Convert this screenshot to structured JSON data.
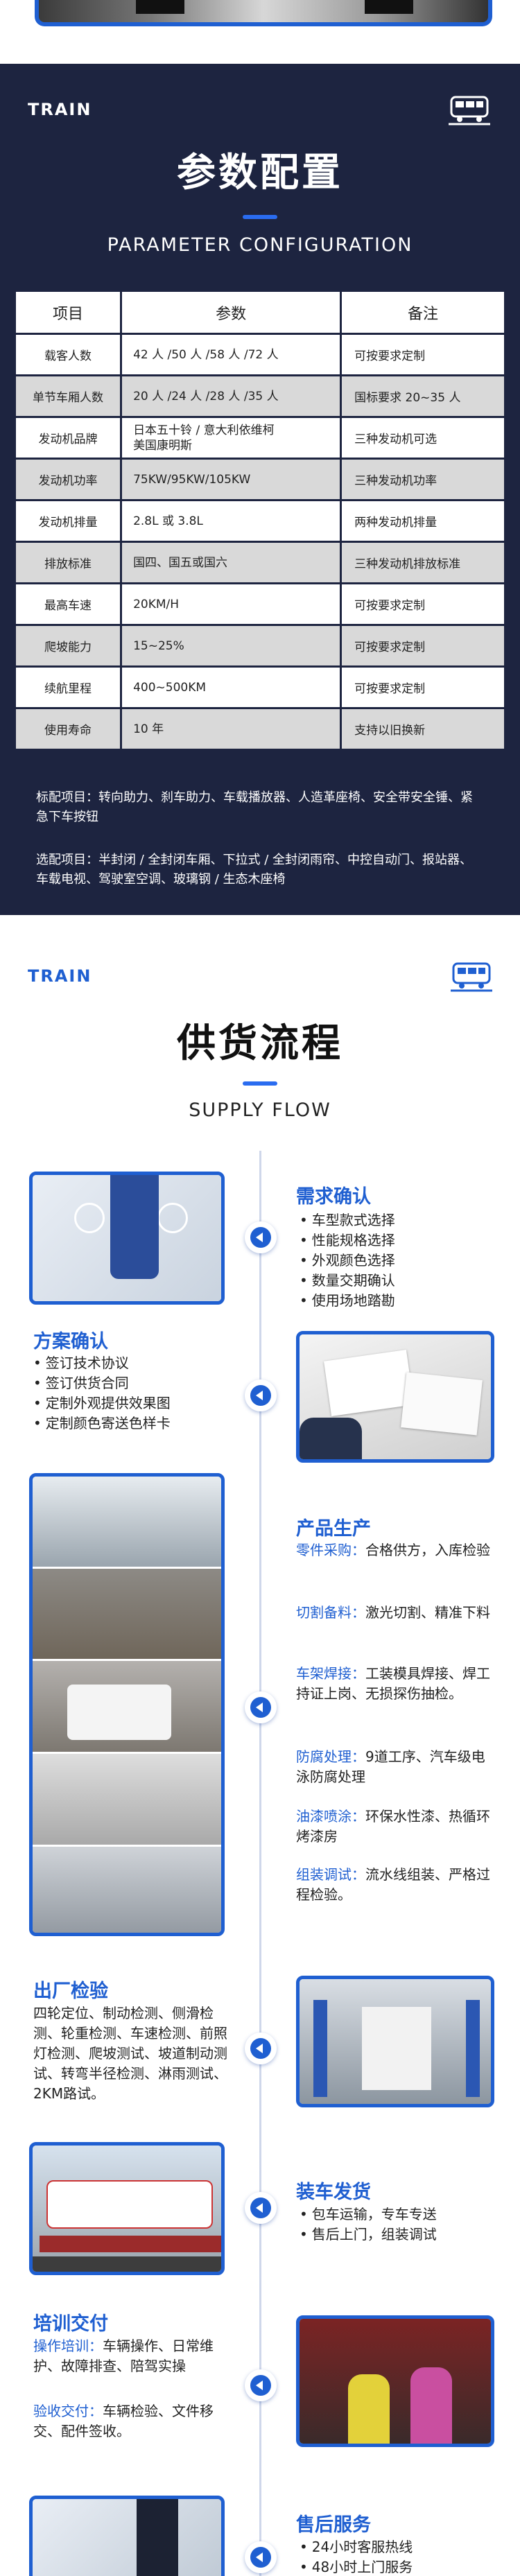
{
  "parameter": {
    "brand": "TRAIN",
    "title": "参数配置",
    "subtitle": "PARAMETER CONFIGURATION",
    "headers": [
      "项目",
      "参数",
      "备注"
    ],
    "rows": [
      {
        "item": "载客人数",
        "param": "42 人 /50 人 /58 人 /72 人",
        "note": "可按要求定制"
      },
      {
        "item": "单节车厢人数",
        "param": "20 人 /24 人 /28 人 /35 人",
        "note": "国标要求 20~35 人"
      },
      {
        "item": "发动机品牌",
        "param": "日本五十铃 / 意大利依维柯\n美国康明斯",
        "note": "三种发动机可选"
      },
      {
        "item": "发动机功率",
        "param": "75KW/95KW/105KW",
        "note": "三种发动机功率"
      },
      {
        "item": "发动机排量",
        "param": "2.8L 或 3.8L",
        "note": "两种发动机排量"
      },
      {
        "item": "排放标准",
        "param": "国四、国五或国六",
        "note": "三种发动机排放标准"
      },
      {
        "item": "最高车速",
        "param": "20KM/H",
        "note": "可按要求定制"
      },
      {
        "item": "爬坡能力",
        "param": "15~25%",
        "note": "可按要求定制"
      },
      {
        "item": "续航里程",
        "param": "400~500KM",
        "note": "可按要求定制"
      },
      {
        "item": "使用寿命",
        "param": "10 年",
        "note": "支持以旧换新"
      }
    ],
    "standard_label": "标配项目：",
    "standard_text": "转向助力、刹车助力、车载播放器、人造革座椅、安全带安全锤、紧急下车按钮",
    "optional_label": "选配项目：",
    "optional_text": "半封闭 / 全封闭车厢、下拉式 / 全封闭雨帘、中控自动门、报站器、车载电视、驾驶室空调、玻璃钢 / 生态木座椅"
  },
  "supply": {
    "brand": "TRAIN",
    "title": "供货流程",
    "subtitle": "SUPPLY FLOW",
    "demand": {
      "title": "需求确认",
      "items": [
        "车型款式选择",
        "性能规格选择",
        "外观颜色选择",
        "数量交期确认",
        "使用场地踏勘"
      ]
    },
    "plan": {
      "title": "方案确认",
      "items": [
        "签订技术协议",
        "签订供货合同",
        "定制外观提供效果图",
        "定制颜色寄送色样卡"
      ]
    },
    "production": {
      "title": "产品生产",
      "steps": [
        {
          "key": "零件采购：",
          "text": "合格供方，入库检验"
        },
        {
          "key": "切割备料：",
          "text": "激光切割、精准下料"
        },
        {
          "key": "车架焊接：",
          "text": "工装模具焊接、焊工持证上岗、无损探伤抽检。"
        },
        {
          "key": "防腐处理：",
          "text": "9道工序、汽车级电泳防腐处理"
        },
        {
          "key": "油漆喷涂：",
          "text": "环保水性漆、热循环烤漆房"
        },
        {
          "key": "组装调试：",
          "text": "流水线组装、严格过程检验。"
        }
      ]
    },
    "inspection": {
      "title": "出厂检验",
      "text": "四轮定位、制动检测、侧滑检测、轮重检测、车速检测、前照灯检测、爬坡测试、坡道制动测试、转弯半径检测、淋雨测试、2KM路试。"
    },
    "loading": {
      "title": "装车发货",
      "items": [
        "包车运输，专车专送",
        "售后上门，组装调试"
      ]
    },
    "training": {
      "title": "培训交付",
      "steps": [
        {
          "key": "操作培训：",
          "text": "车辆操作、日常维护、故障排查、陪驾实操"
        },
        {
          "key": "验收交付：",
          "text": "车辆检验、文件移交、配件签收。"
        }
      ]
    },
    "aftersales": {
      "title": "售后服务",
      "items": [
        "24小时客服热线",
        "48小时上门服务"
      ]
    }
  },
  "colors": {
    "accent": "#1f5fd1",
    "dark_bg": "#1d2440",
    "row_gray": "#d9d9d9"
  },
  "icons": [
    "train-icon",
    "arrow-left-icon"
  ]
}
